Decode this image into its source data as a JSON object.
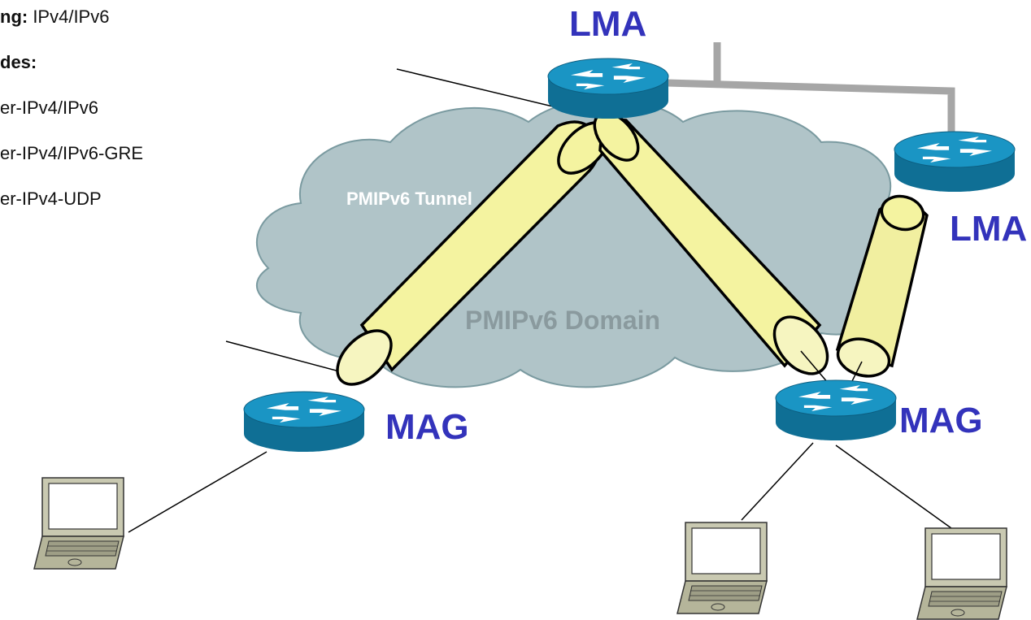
{
  "text_panel": {
    "line1_bold": "ng:",
    "line1_rest": " IPv4/IPv6",
    "line2_bold": "des:",
    "items": [
      "er-IPv4/IPv6",
      "er-IPv4/IPv6-GRE",
      "er-IPv4-UDP"
    ]
  },
  "diagram": {
    "domain_label": "PMIPv6 Domain",
    "tunnel_label": "PMIPv6 Tunnel",
    "lma_top_label": "LMA",
    "lma_right_label": "LMA",
    "mag_left_label": "MAG",
    "mag_right_label": "MAG"
  },
  "colors": {
    "label_blue": "#3333bb",
    "cloud_fill": "#b0c4c8",
    "tunnel_fill": "#f4f3a0",
    "router_top": "#1a95c4",
    "router_side": "#0f6f95"
  }
}
